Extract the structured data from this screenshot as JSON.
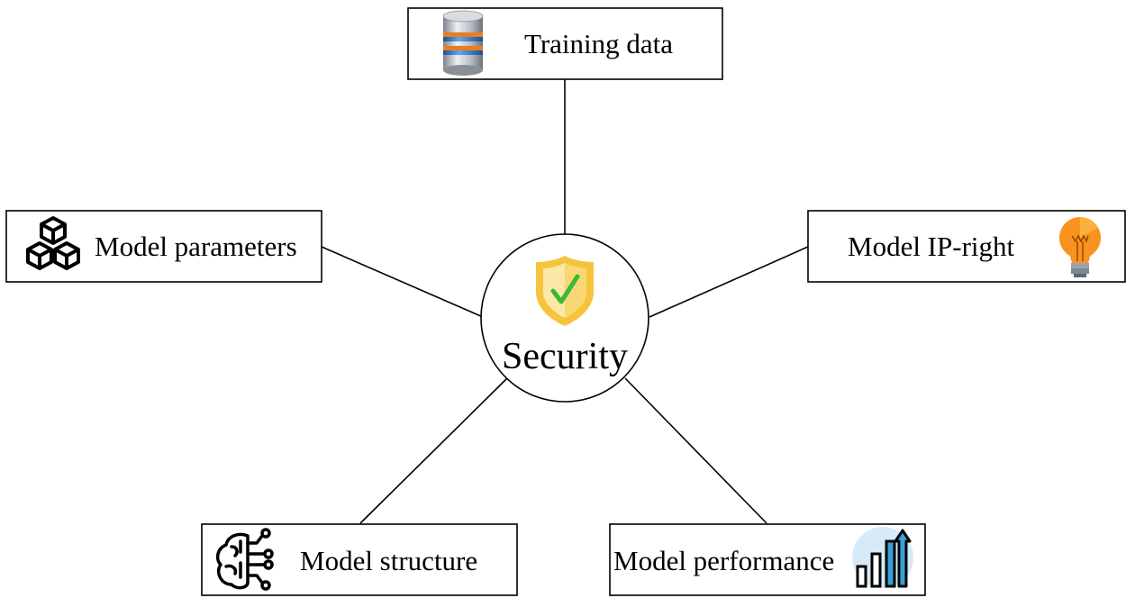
{
  "diagram": {
    "center": {
      "label": "Security",
      "icon": "shield-check-icon"
    },
    "nodes": [
      {
        "id": "training-data",
        "label": "Training data",
        "icon": "database-icon"
      },
      {
        "id": "model-parameters",
        "label": "Model parameters",
        "icon": "cubes-icon"
      },
      {
        "id": "model-ip-right",
        "label": "Model IP-right",
        "icon": "lightbulb-icon"
      },
      {
        "id": "model-structure",
        "label": "Model structure",
        "icon": "neural-circuit-icon"
      },
      {
        "id": "model-performance",
        "label": "Model performance",
        "icon": "bar-chart-up-icon"
      }
    ]
  },
  "colors": {
    "shield_fill": "#f6c43c",
    "shield_inner": "#fbe7a6",
    "check": "#3cb83a",
    "bulb": "#f7931e",
    "bulb_base": "#9aa5b1",
    "chart_bg": "#d6ebf7",
    "chart_accent": "#3aa0d8",
    "db_silver": "#b8bcc2",
    "db_blue": "#2b73c8",
    "db_orange": "#e67e22"
  }
}
